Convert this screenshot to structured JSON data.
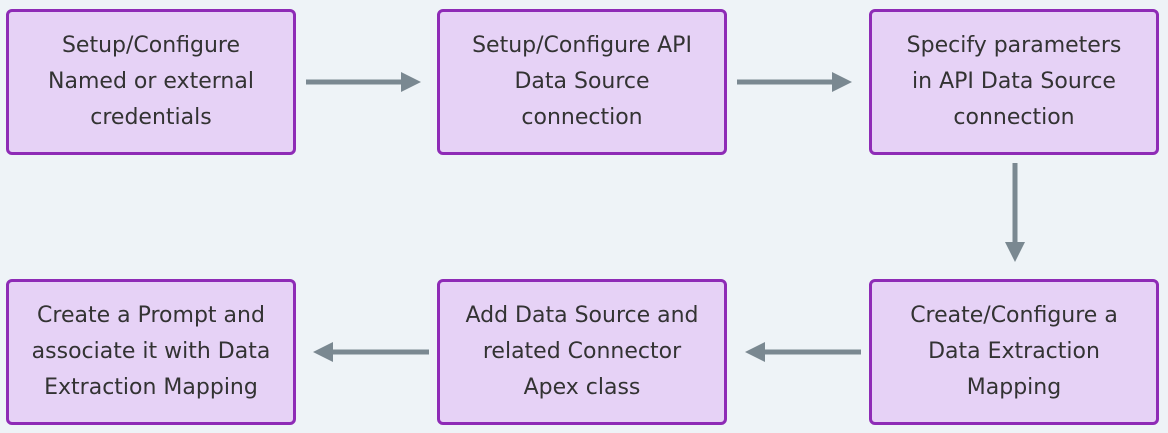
{
  "colors": {
    "background": "#eef3f7",
    "node_fill": "#e6d2f6",
    "node_border": "#8e2bb6",
    "text": "#333333",
    "arrow": "#7a8891"
  },
  "flow": {
    "nodes": [
      {
        "id": "n1",
        "lines": [
          "Setup/Configure",
          "Named or external",
          "credentials"
        ]
      },
      {
        "id": "n2",
        "lines": [
          "Setup/Configure API",
          "Data Source",
          "connection"
        ]
      },
      {
        "id": "n3",
        "lines": [
          "Specify parameters",
          "in API Data Source",
          "connection"
        ]
      },
      {
        "id": "n4",
        "lines": [
          "Create a Prompt and",
          "associate it with Data",
          "Extraction Mapping"
        ]
      },
      {
        "id": "n5",
        "lines": [
          "Add Data Source and",
          "related Connector",
          "Apex class"
        ]
      },
      {
        "id": "n6",
        "lines": [
          "Create/Configure a",
          "Data Extraction",
          "Mapping"
        ]
      }
    ],
    "edges": [
      {
        "from": "n1",
        "to": "n2"
      },
      {
        "from": "n2",
        "to": "n3"
      },
      {
        "from": "n3",
        "to": "n6"
      },
      {
        "from": "n6",
        "to": "n5"
      },
      {
        "from": "n5",
        "to": "n4"
      }
    ]
  }
}
